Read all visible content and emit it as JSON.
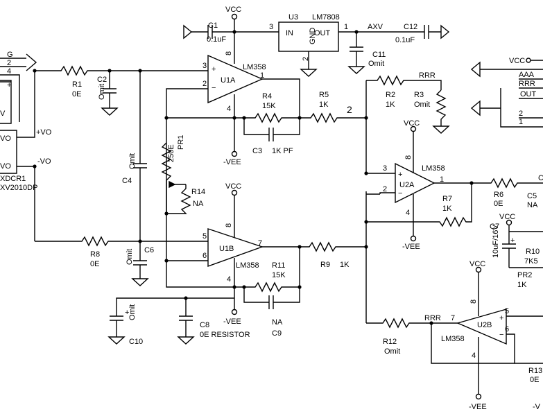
{
  "labels": {
    "vcc": "VCC",
    "vee": "-VEE",
    "lm358": "LM358",
    "pin_plus": "+",
    "pin_minus": "−",
    "p1": "1",
    "p2": "2",
    "p3": "3",
    "p4": "4",
    "p5": "5",
    "p6": "6",
    "p7": "7",
    "p8": "8",
    "j_top_plus": "+",
    "j_v": "V",
    "j_vo": "VO",
    "j_plus_vo": "+VO",
    "j_minus_vo": "-VO",
    "dcr1": "XDCR1",
    "dcr1_part": "XV2010DP",
    "u3": "U3",
    "u3_part": "LM7808",
    "u3_in": "IN",
    "u3_out": "OUT",
    "u3_gnd": "GND",
    "axv": "AXV",
    "rrr": "RRR",
    "aaa": "AAA",
    "out": "OUT",
    "net_2": "2",
    "u1a": "U1A",
    "u1b": "U1B",
    "u2a": "U2A",
    "u2b": "U2B",
    "c1": "C1",
    "c1v": "0.1uF",
    "c12": "C12",
    "c12v": "0.1uF",
    "c11": "C11",
    "c11v": "Omit",
    "r1": "R1",
    "r1v": "0E",
    "c2": "C2",
    "c2v": "Omit",
    "r4": "R4",
    "r4v": "15K",
    "r5": "R5",
    "r5v": "1K",
    "c3": "C3",
    "c3v": "1K PF",
    "pr1": "PR1",
    "pr1v": "250E",
    "r14": "R14",
    "r14v": "NA",
    "c4": "C4",
    "c4v": "Omit",
    "r8": "R8",
    "r8v": "0E",
    "c6": "C6",
    "c6v": "Omit",
    "r11": "R11",
    "r11v": "15K",
    "r9": "R9",
    "r9v": "1K",
    "c9": "C9",
    "c9v": "NA",
    "c10": "C10",
    "c10v": "Omit",
    "c8": "C8",
    "c8v": "0E RESISTOR",
    "r2": "R2",
    "r2v": "1K",
    "r3": "R3",
    "r3v": "Omit",
    "r7": "R7",
    "r7v": "1K",
    "r6": "R6",
    "r6v": "0E",
    "c5": "C5",
    "c5v": "NA",
    "c5_cut": "C",
    "c7": "C7",
    "c7v": "10uF/16V",
    "r10": "R10",
    "r10v": "7K5",
    "pr2": "PR2",
    "pr2v": "1K",
    "r12": "R12",
    "r12v": "Omit",
    "r13": "R13",
    "r13v": "0E",
    "vee_cut": "-V"
  }
}
